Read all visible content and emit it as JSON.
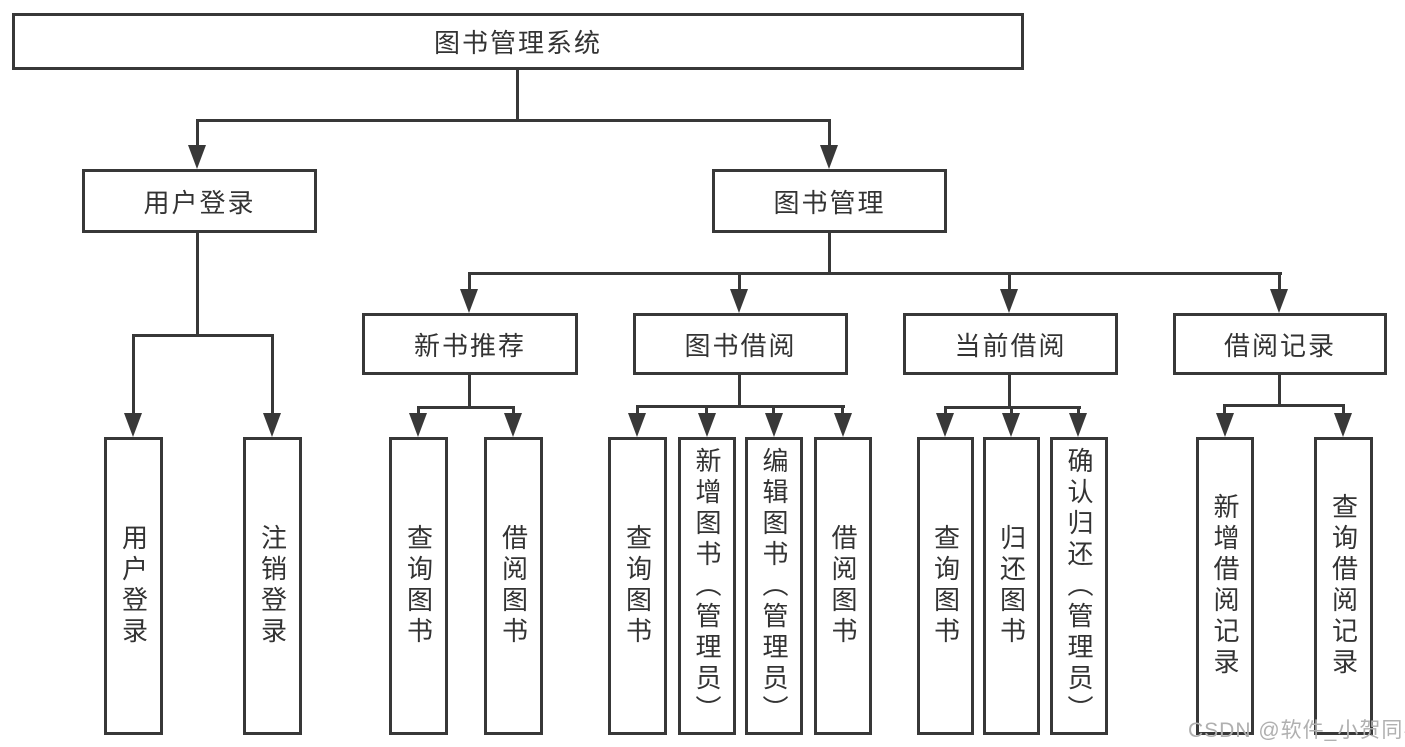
{
  "colors": {
    "background": "#ffffff",
    "line": "#383838",
    "text": "#333333",
    "watermark": "#b0b0b0"
  },
  "tree": {
    "root": {
      "label": "图书管理系统"
    },
    "l2": [
      {
        "label": "用户登录",
        "leaves": [
          {
            "label": "用户登录"
          },
          {
            "label": "注销登录"
          }
        ]
      },
      {
        "label": "图书管理",
        "groups": [
          {
            "label": "新书推荐",
            "leaves": [
              {
                "label": "查询图书"
              },
              {
                "label": "借阅图书"
              }
            ]
          },
          {
            "label": "图书借阅",
            "leaves": [
              {
                "label": "查询图书"
              },
              {
                "label": "新增图书（管理员）"
              },
              {
                "label": "编辑图书（管理员）"
              },
              {
                "label": "借阅图书"
              }
            ]
          },
          {
            "label": "当前借阅",
            "leaves": [
              {
                "label": "查询图书"
              },
              {
                "label": "归还图书"
              },
              {
                "label": "确认归还（管理员）"
              }
            ]
          },
          {
            "label": "借阅记录",
            "leaves": [
              {
                "label": "新增借阅记录"
              },
              {
                "label": "查询借阅记录"
              }
            ]
          }
        ]
      }
    ]
  },
  "watermark": {
    "text": "CSDN @软件_小贺同学"
  }
}
